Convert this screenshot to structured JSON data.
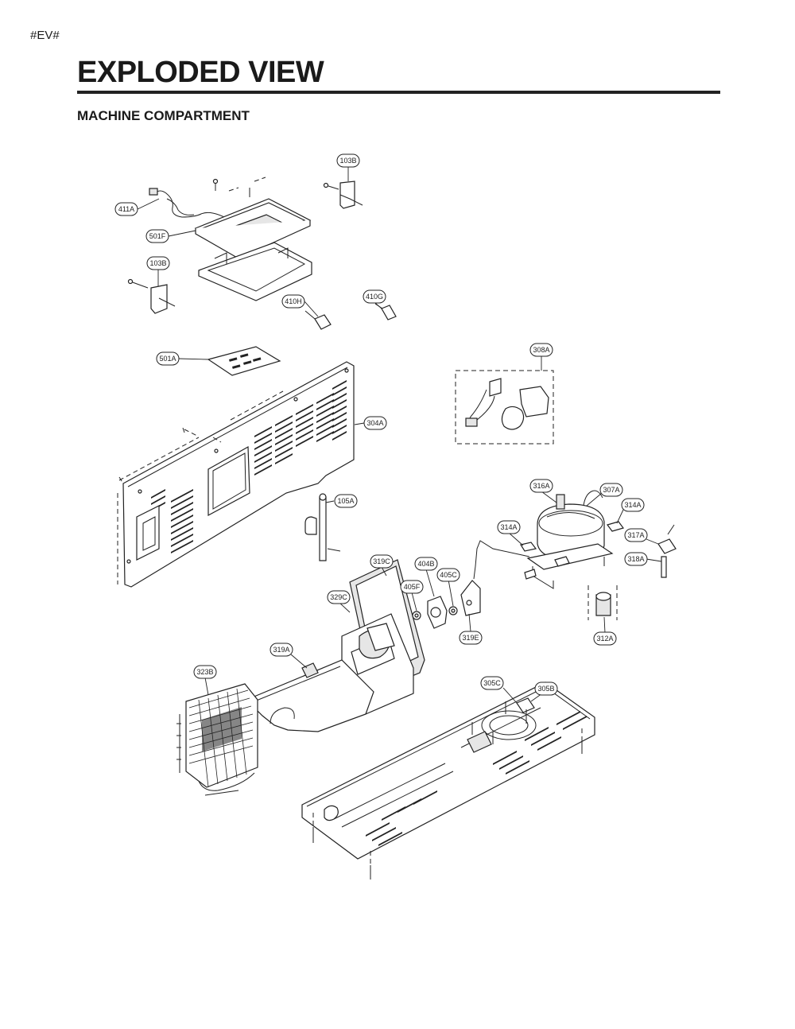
{
  "page_tag": "#EV#",
  "page_title": "EXPLODED VIEW",
  "section_title": "MACHINE COMPARTMENT",
  "callouts": [
    {
      "id": "cb-103b-top",
      "label": "103B"
    },
    {
      "id": "cb-411a",
      "label": "411A"
    },
    {
      "id": "cb-501f",
      "label": "501F"
    },
    {
      "id": "cb-103b-left",
      "label": "103B"
    },
    {
      "id": "cb-410h",
      "label": "410H"
    },
    {
      "id": "cb-410g",
      "label": "410G"
    },
    {
      "id": "cb-501a",
      "label": "501A"
    },
    {
      "id": "cb-308a",
      "label": "308A"
    },
    {
      "id": "cb-304a",
      "label": "304A"
    },
    {
      "id": "cb-316a",
      "label": "316A"
    },
    {
      "id": "cb-307a",
      "label": "307A"
    },
    {
      "id": "cb-314a-right",
      "label": "314A"
    },
    {
      "id": "cb-105a",
      "label": "105A"
    },
    {
      "id": "cb-314a-left",
      "label": "314A"
    },
    {
      "id": "cb-317a",
      "label": "317A"
    },
    {
      "id": "cb-318a",
      "label": "318A"
    },
    {
      "id": "cb-319c",
      "label": "319C"
    },
    {
      "id": "cb-404b",
      "label": "404B"
    },
    {
      "id": "cb-405c",
      "label": "405C"
    },
    {
      "id": "cb-405f",
      "label": "405F"
    },
    {
      "id": "cb-329c",
      "label": "329C"
    },
    {
      "id": "cb-319e",
      "label": "319E"
    },
    {
      "id": "cb-312a",
      "label": "312A"
    },
    {
      "id": "cb-319a",
      "label": "319A"
    },
    {
      "id": "cb-323b",
      "label": "323B"
    },
    {
      "id": "cb-305c",
      "label": "305C"
    },
    {
      "id": "cb-305b",
      "label": "305B"
    }
  ]
}
